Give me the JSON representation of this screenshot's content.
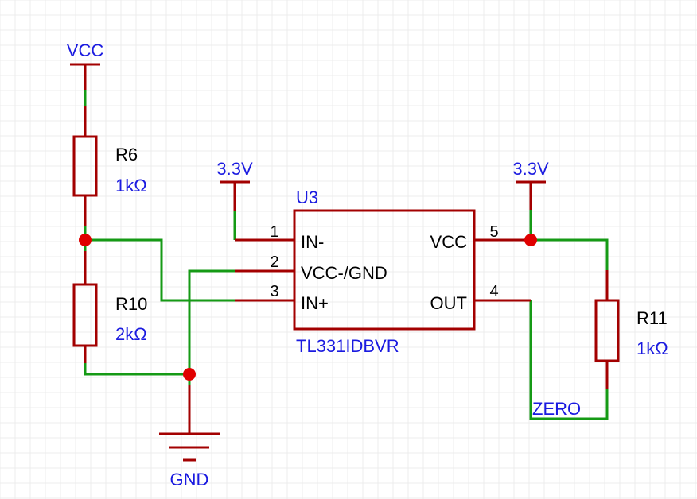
{
  "colors": {
    "background": "#ffffff",
    "grid": "#ececec",
    "wire": "#159a15",
    "component": "#a30000",
    "junction": "#e00000",
    "label_blue": "#1a1ae0",
    "pin_text": "#000000"
  },
  "power": {
    "vcc": "VCC",
    "v33_left": "3.3V",
    "v33_right": "3.3V",
    "gnd": "GND"
  },
  "resistors": {
    "r6": {
      "ref": "R6",
      "value": "1kΩ"
    },
    "r10": {
      "ref": "R10",
      "value": "2kΩ"
    },
    "r11": {
      "ref": "R11",
      "value": "1kΩ"
    }
  },
  "ic": {
    "ref": "U3",
    "part": "TL331IDBVR",
    "pins": [
      {
        "num": "1",
        "name": "IN-"
      },
      {
        "num": "2",
        "name": "VCC-/GND"
      },
      {
        "num": "3",
        "name": "IN+"
      },
      {
        "num": "5",
        "name": "VCC"
      },
      {
        "num": "4",
        "name": "OUT"
      }
    ]
  },
  "net_label": "ZERO"
}
